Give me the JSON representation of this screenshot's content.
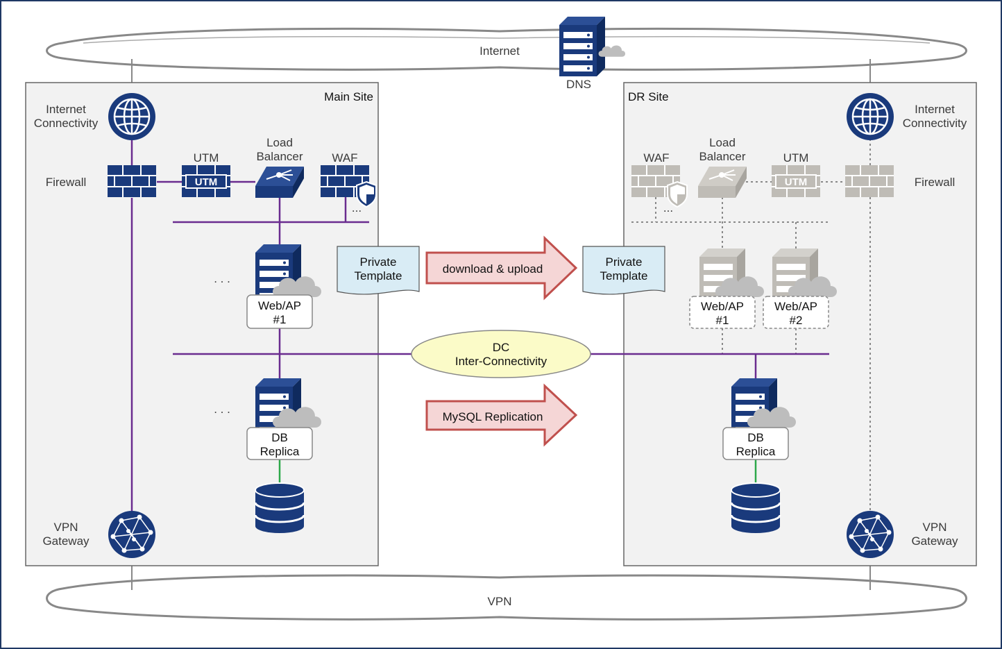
{
  "internet_label": "Internet",
  "vpn_label": "VPN",
  "dns": {
    "label": "DNS"
  },
  "main_site": {
    "title": "Main Site",
    "internet_connectivity": [
      "Internet",
      "Connectivity"
    ],
    "firewall": "Firewall",
    "utm": "UTM",
    "utm_badge": "UTM",
    "load_balancer": [
      "Load",
      "Balancer"
    ],
    "waf": "WAF",
    "waf_more": "...",
    "web_ap": [
      "Web/AP",
      "#1"
    ],
    "web_ellipsis": ". . .",
    "db_ellipsis": ". . .",
    "db_replica": [
      "DB",
      "Replica"
    ],
    "vpn_gateway": [
      "VPN",
      "Gateway"
    ]
  },
  "dr_site": {
    "title": "DR Site",
    "internet_connectivity": [
      "Internet",
      "Connectivity"
    ],
    "firewall": "Firewall",
    "utm": "UTM",
    "utm_badge": "UTM",
    "load_balancer": [
      "Load",
      "Balancer"
    ],
    "waf": "WAF",
    "waf_more": "...",
    "web_ap_1": [
      "Web/AP",
      "#1"
    ],
    "web_ap_2": [
      "Web/AP",
      "#2"
    ],
    "db_replica": [
      "DB",
      "Replica"
    ],
    "vpn_gateway": [
      "VPN",
      "Gateway"
    ]
  },
  "private_template_left": [
    "Private",
    "Template"
  ],
  "private_template_right": [
    "Private",
    "Template"
  ],
  "download_upload": "download & upload",
  "dc_interconnect": [
    "DC",
    "Inter-Connectivity"
  ],
  "mysql_replication": "MySQL Replication",
  "colors": {
    "navy": "#1a3a7c",
    "purple": "#6a2c8f",
    "gray_icon": "#bfbcb6",
    "arrow_fill": "#f5d6d6",
    "arrow_stroke": "#c0504d",
    "template_fill": "#d9ecf5",
    "ellipse_fill": "#fbfbc8",
    "site_bg": "#f2f2f2",
    "db_link": "#2da84a"
  }
}
